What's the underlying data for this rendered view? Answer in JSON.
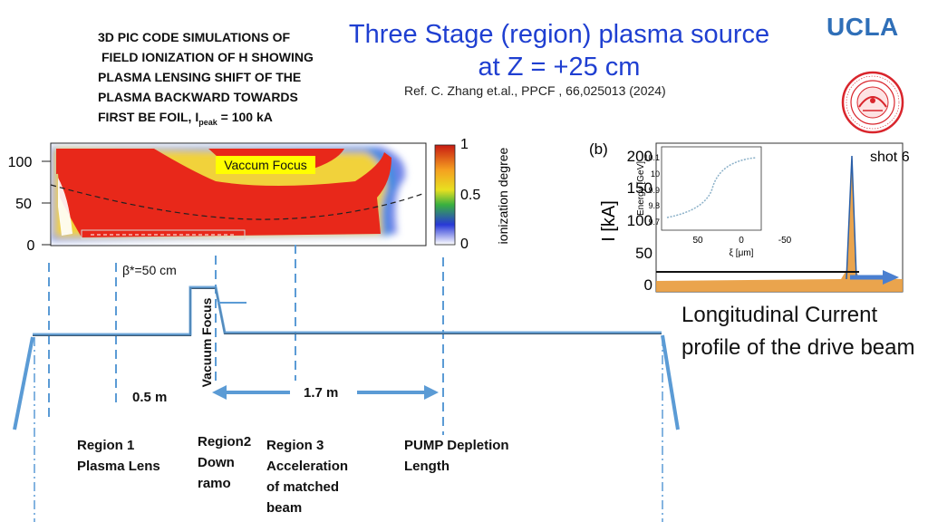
{
  "title": {
    "line1": "Three Stage (region) plasma source",
    "line2": "at Z = +25  cm"
  },
  "logo": {
    "text": "UCLA",
    "color": "#2f6fb8"
  },
  "reference": "Ref. C. Zhang et.al.,  PPCF , 66,025013 (2024)",
  "description": {
    "lines": [
      "3D PIC CODE  SIMULATIONS OF",
      "FIELD IONIZATION OF H SHOWING",
      "PLASMA LENSING SHIFT OF THE",
      "PLASMA BACKWARD TOWARDS"
    ],
    "last_prefix": "FIRST BE FOIL, I",
    "last_sub": "peak",
    "last_suffix": " = 100 kA"
  },
  "simulation_plot": {
    "y_ticks": [
      "100",
      "50",
      "0"
    ],
    "colorbar_ticks": [
      "1",
      "0.5",
      "0"
    ],
    "colorbar_label": "ionization degree",
    "annotation": "Vaccum Focus"
  },
  "current_plot": {
    "panel_label": "(b)",
    "shot_label": "shot 6",
    "y_label": "I [kA]",
    "y_ticks": [
      "200",
      "150",
      "100",
      "50",
      "0"
    ],
    "inset": {
      "y_label": "Energy [GeV]",
      "y_ticks": [
        "10.1",
        "10",
        "9.9",
        "9.8",
        "9.7"
      ],
      "x_label": "ξ [μm]",
      "x_ticks": [
        "50",
        "0",
        "-50"
      ]
    }
  },
  "caption": "Longitudinal Current profile of the drive beam",
  "labels": {
    "beta": "β*=50 cm",
    "vacuum_focus": "Vacuum Focus",
    "dist_05": "0.5 m",
    "dist_17": "1.7 m",
    "region1": [
      "Region 1",
      "Plasma Lens"
    ],
    "region2": [
      "Region2",
      "Down",
      "ramo"
    ],
    "region3": [
      "Region 3",
      "Acceleration",
      "of matched",
      "beam"
    ],
    "pump": [
      "PUMP Depletion",
      "Length"
    ]
  },
  "colors": {
    "title": "#1f3fd1",
    "diagram_line": "#5b9bd5",
    "plasma_red": "#e8281a",
    "arrow": "#4a7fd0"
  }
}
